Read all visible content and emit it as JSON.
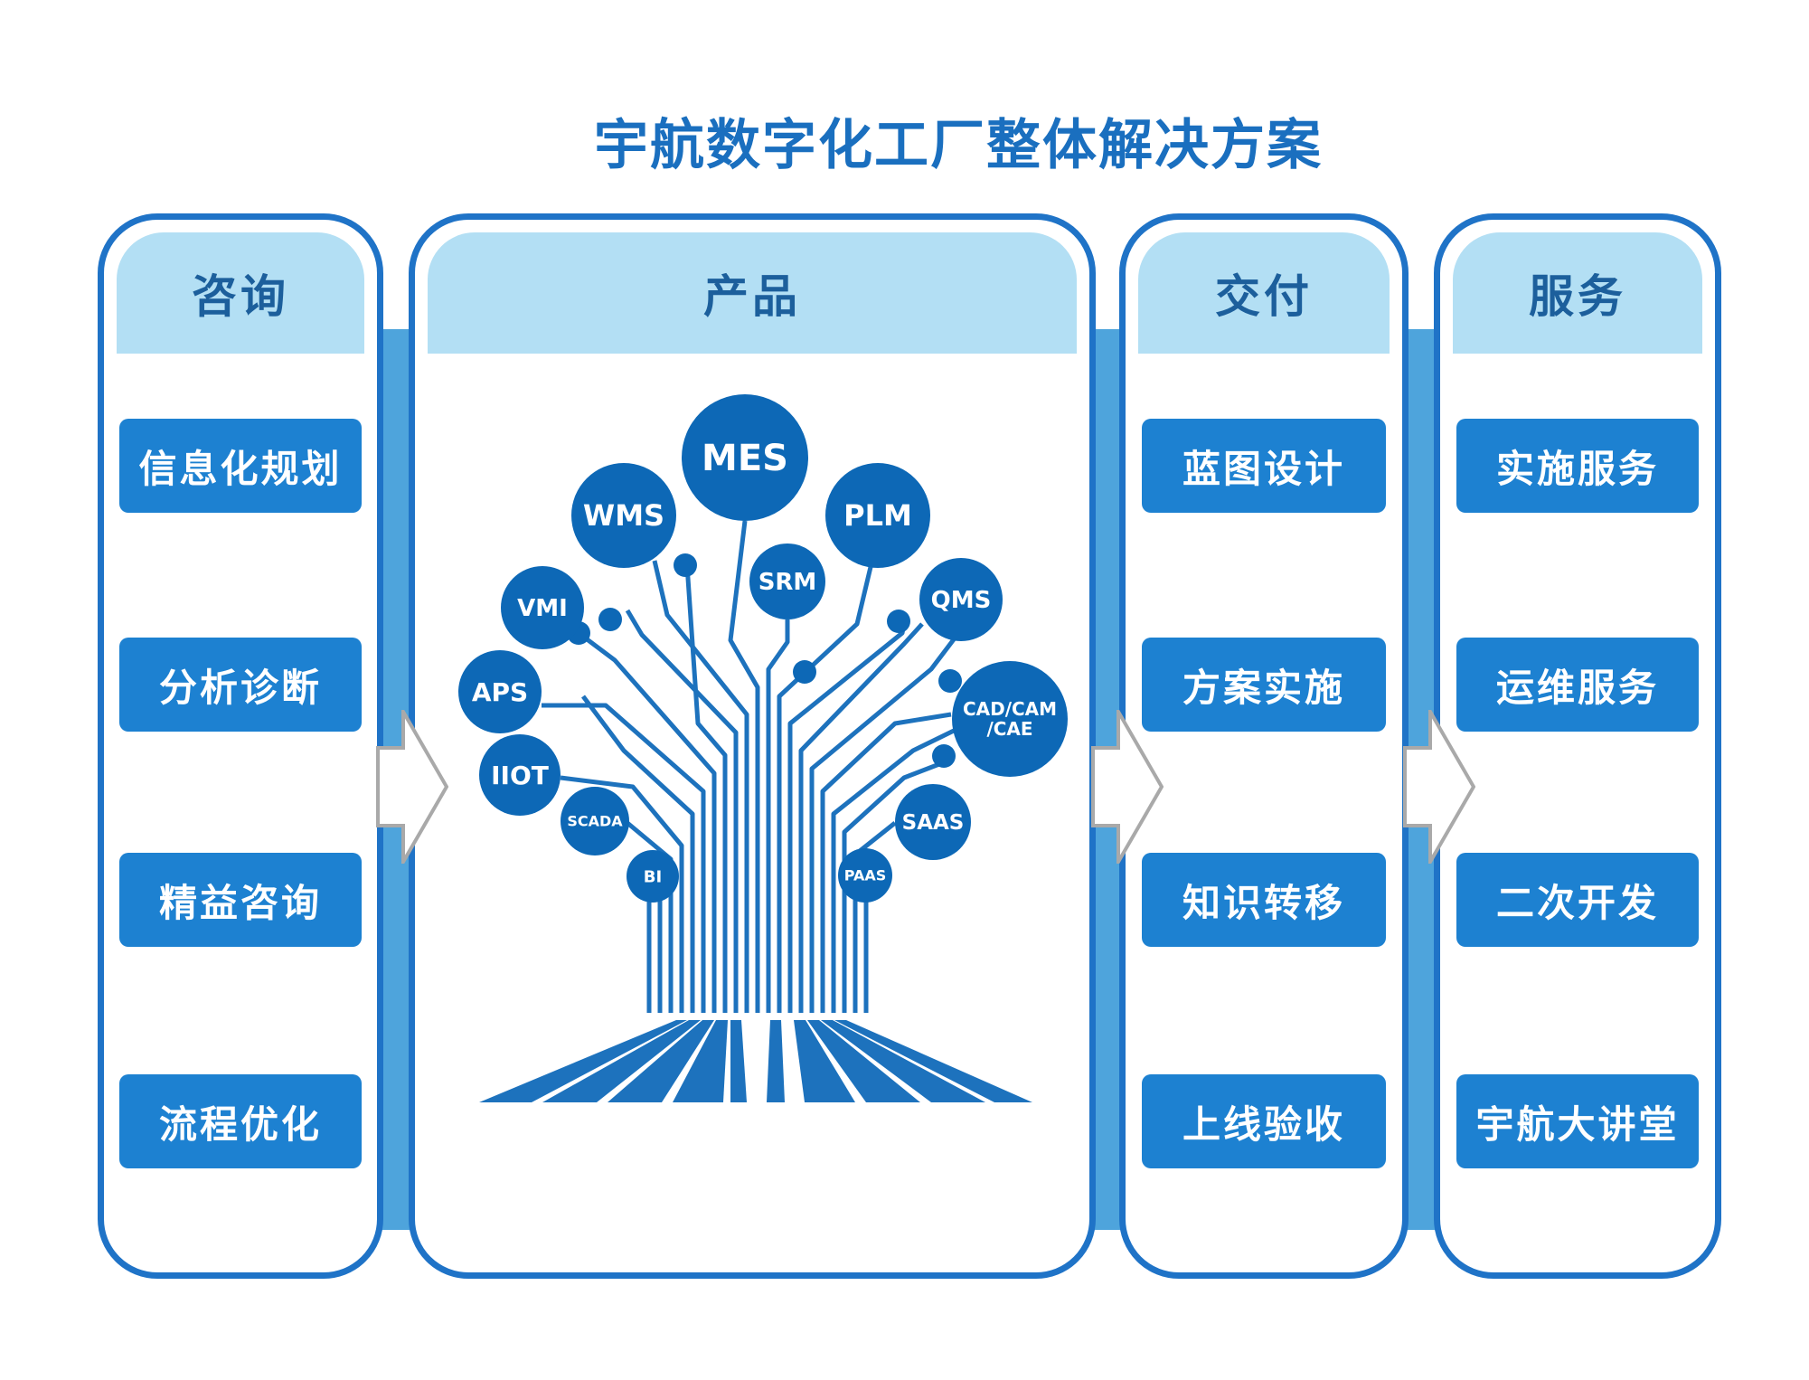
{
  "title": "宇航数字化工厂整体解决方案",
  "colors": {
    "border": "#1f73c7",
    "header_bg": "#b3dff4",
    "item_bg": "#1d81d1",
    "connector": "#4ea4dc",
    "tree": "#1d72bd",
    "circle": "#0d68b6"
  },
  "columns": [
    {
      "header": "咨询",
      "items": [
        "信息化规划",
        "分析诊断",
        "精益咨询",
        "流程优化"
      ]
    },
    {
      "header": "产品"
    },
    {
      "header": "交付",
      "items": [
        "蓝图设计",
        "方案实施",
        "知识转移",
        "上线验收"
      ]
    },
    {
      "header": "服务",
      "items": [
        "实施服务",
        "运维服务",
        "二次开发",
        "宇航大讲堂"
      ]
    }
  ],
  "tree": {
    "nodes": [
      "MES",
      "WMS",
      "PLM",
      "SRM",
      "VMI",
      "QMS",
      "APS",
      "CAD/CAM /CAE",
      "IIOT",
      "SAAS",
      "SCADA",
      "BI",
      "PAAS"
    ]
  }
}
